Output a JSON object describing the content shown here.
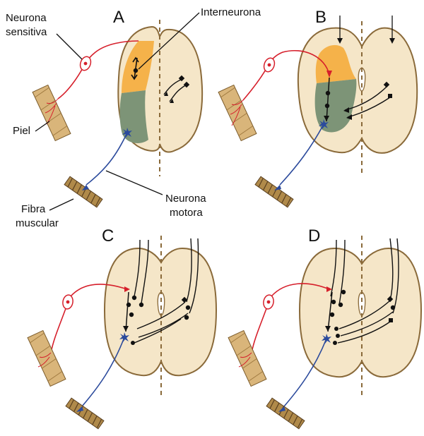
{
  "panels": [
    "A",
    "B",
    "C",
    "D"
  ],
  "labels": {
    "sensory_neuron": [
      "Neurona",
      "sensitiva"
    ],
    "interneuron": "Interneurona",
    "skin": "Piel",
    "muscle_fiber": [
      "Fibra",
      "muscular"
    ],
    "motor_neuron": [
      "Neurona",
      "motora"
    ]
  },
  "colors": {
    "cord_fill": "#f5e6c8",
    "cord_outline": "#8a6a3a",
    "dorsal_horn": "#f5b24a",
    "ventral_horn": "#7d9477",
    "sensory_axon": "#d61f2b",
    "motor_axon": "#2b4a9c",
    "tract": "#111111",
    "skin": "#c9a46a",
    "muscle": "#b08a4a",
    "midline": "#8a6a3a"
  }
}
